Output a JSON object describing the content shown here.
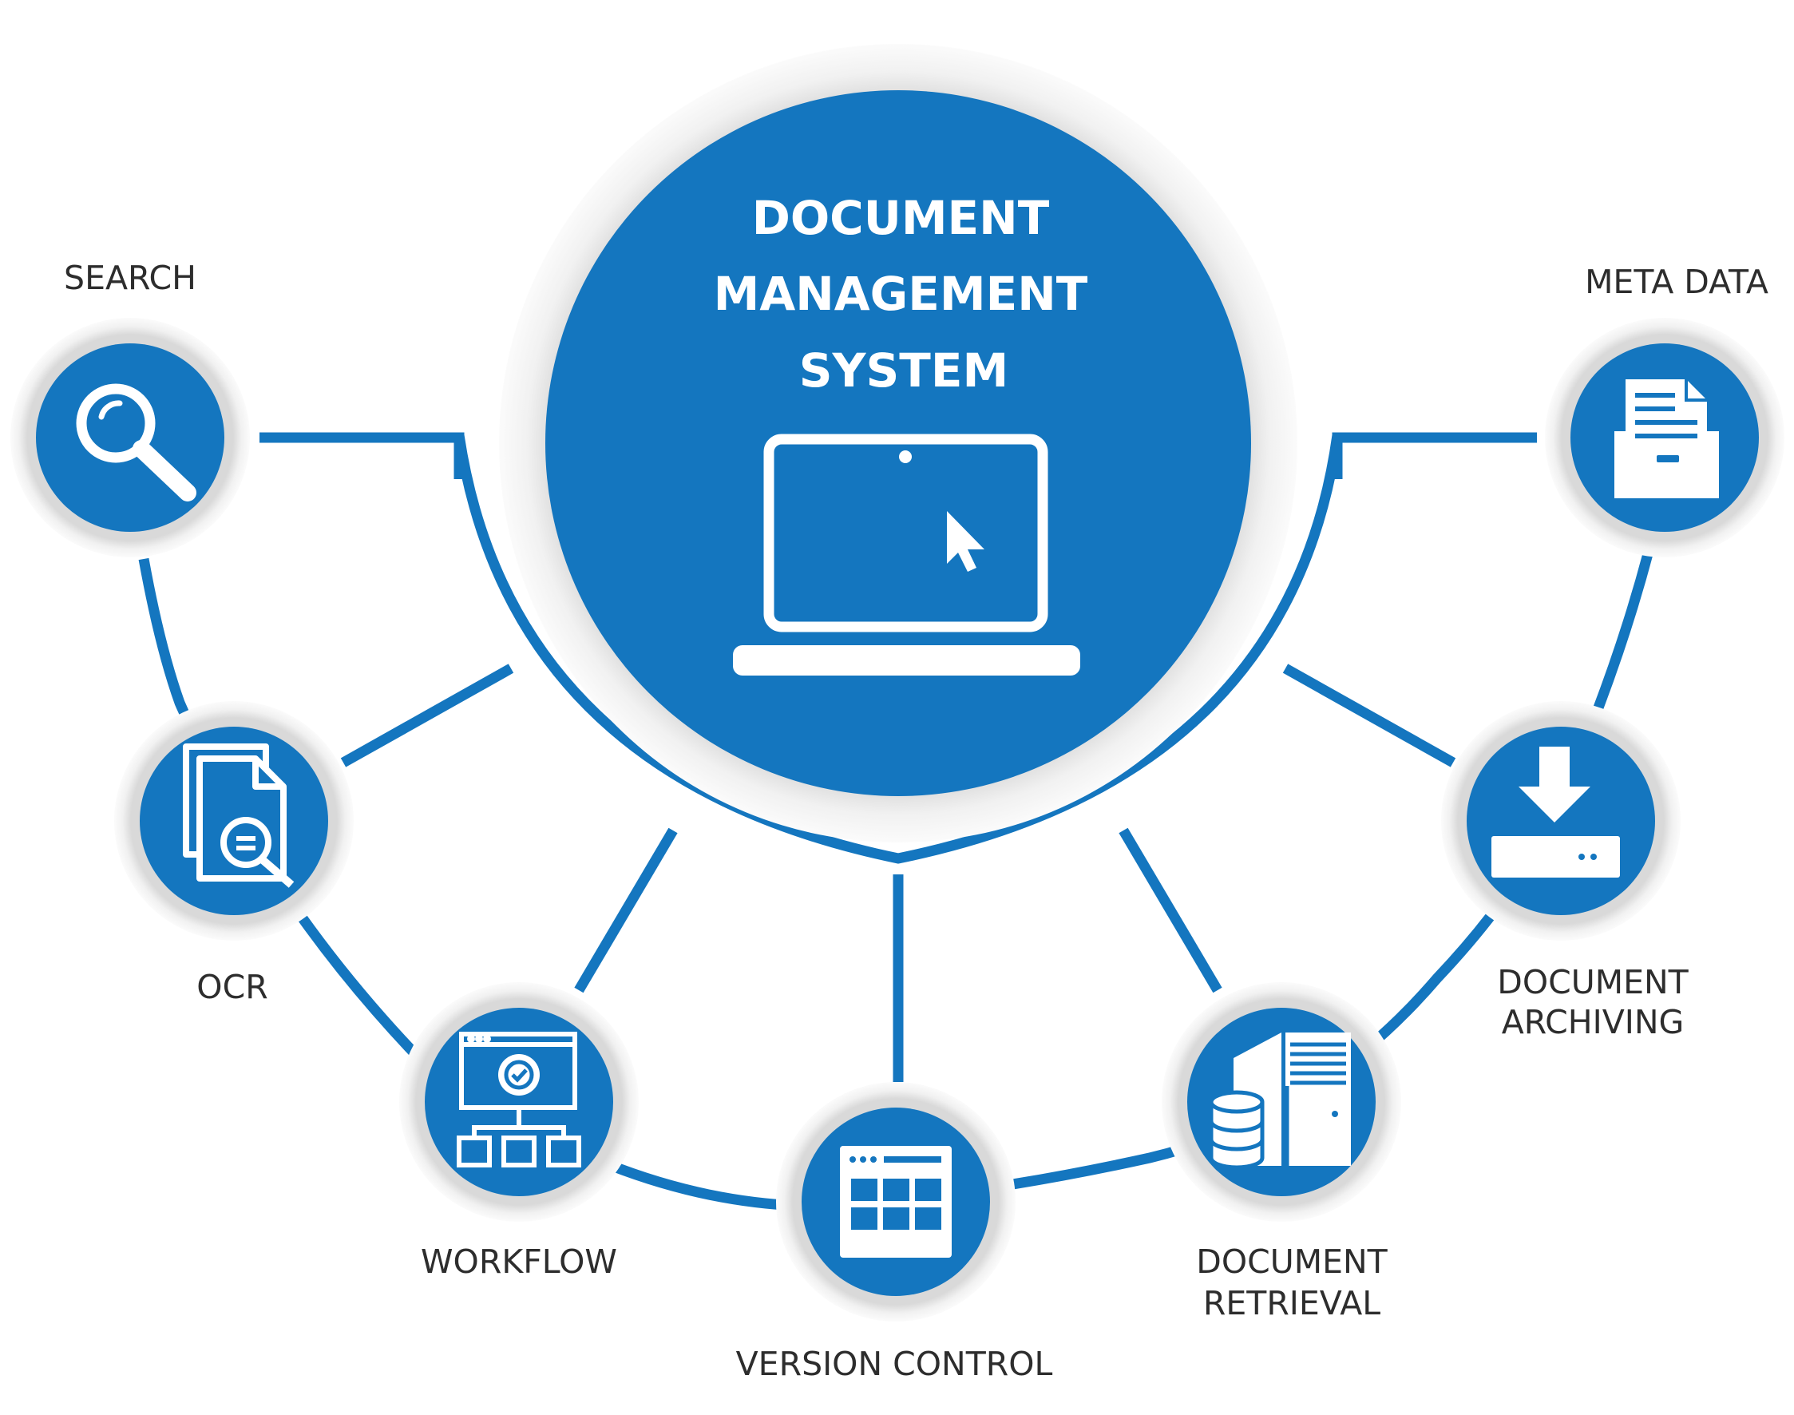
{
  "diagram": {
    "title_lines": [
      "DOCUMENT",
      "MANAGEMENT",
      "SYSTEM"
    ],
    "nodes": {
      "search": {
        "label": [
          "SEARCH"
        ],
        "icon": "magnifier-icon"
      },
      "ocr": {
        "label": [
          "OCR"
        ],
        "icon": "ocr-document-icon"
      },
      "workflow": {
        "label": [
          "WORKFLOW"
        ],
        "icon": "workflow-icon"
      },
      "version_control": {
        "label": [
          "VERSION CONTROL"
        ],
        "icon": "grid-window-icon"
      },
      "document_retrieval": {
        "label": [
          "DOCUMENT",
          "RETRIEVAL"
        ],
        "icon": "server-database-icon"
      },
      "document_archiving": {
        "label": [
          "DOCUMENT",
          "ARCHIVING"
        ],
        "icon": "download-drive-icon"
      },
      "meta_data": {
        "label": [
          "META DATA"
        ],
        "icon": "file-tray-icon"
      }
    },
    "colors": {
      "primary": "#1476bf",
      "ring": "#ececec",
      "line": "#1476bf",
      "text": "#2d2d2d",
      "background": "#ffffff"
    }
  }
}
